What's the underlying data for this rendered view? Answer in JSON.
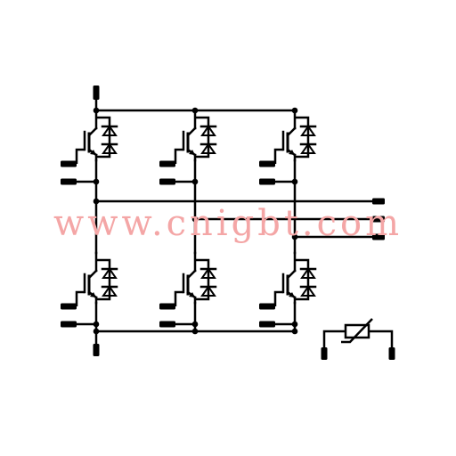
{
  "watermark": {
    "text": "www.cnigbt.com",
    "color": "#f4a6a6"
  },
  "colors": {
    "line": "#000000",
    "background": "#ffffff"
  },
  "diagram": {
    "kind": "three-phase IGBT bridge with NTC thermistor",
    "legs": [
      {
        "id": "leg-1",
        "devices": [
          "upper-igbt",
          "lower-igbt"
        ]
      },
      {
        "id": "leg-2",
        "devices": [
          "upper-igbt",
          "lower-igbt"
        ]
      },
      {
        "id": "leg-3",
        "devices": [
          "upper-igbt",
          "lower-igbt"
        ]
      }
    ],
    "device_symbol": "igbt-with-antiparallel-diodes",
    "thermistor_symbol": "ntc-thermistor-icon",
    "terminal_symbol": "pin-terminal-icon"
  }
}
